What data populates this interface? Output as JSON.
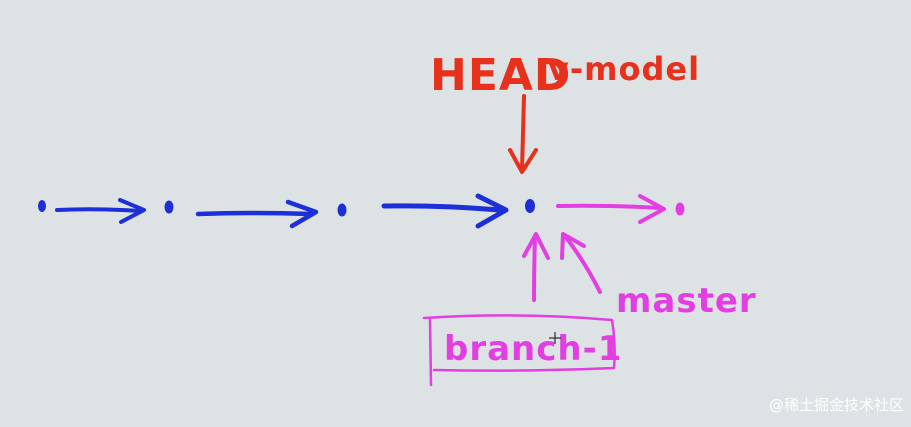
{
  "labels": {
    "head": "HEAD",
    "vmodel": "v-model",
    "master": "master",
    "branch": "branch-1"
  },
  "watermark": "@稀土掘金技术社区",
  "colors": {
    "background": "#dde3e4",
    "commit_blue": "#1d2fd6",
    "branch_magenta": "#e23ee2",
    "head_red": "#e8311c",
    "watermark": "#ffffff"
  },
  "commits": [
    {
      "id": "c1",
      "color": "commit_blue"
    },
    {
      "id": "c2",
      "color": "commit_blue"
    },
    {
      "id": "c3",
      "color": "commit_blue"
    },
    {
      "id": "c4",
      "color": "commit_blue"
    },
    {
      "id": "c5",
      "color": "branch_magenta"
    }
  ]
}
